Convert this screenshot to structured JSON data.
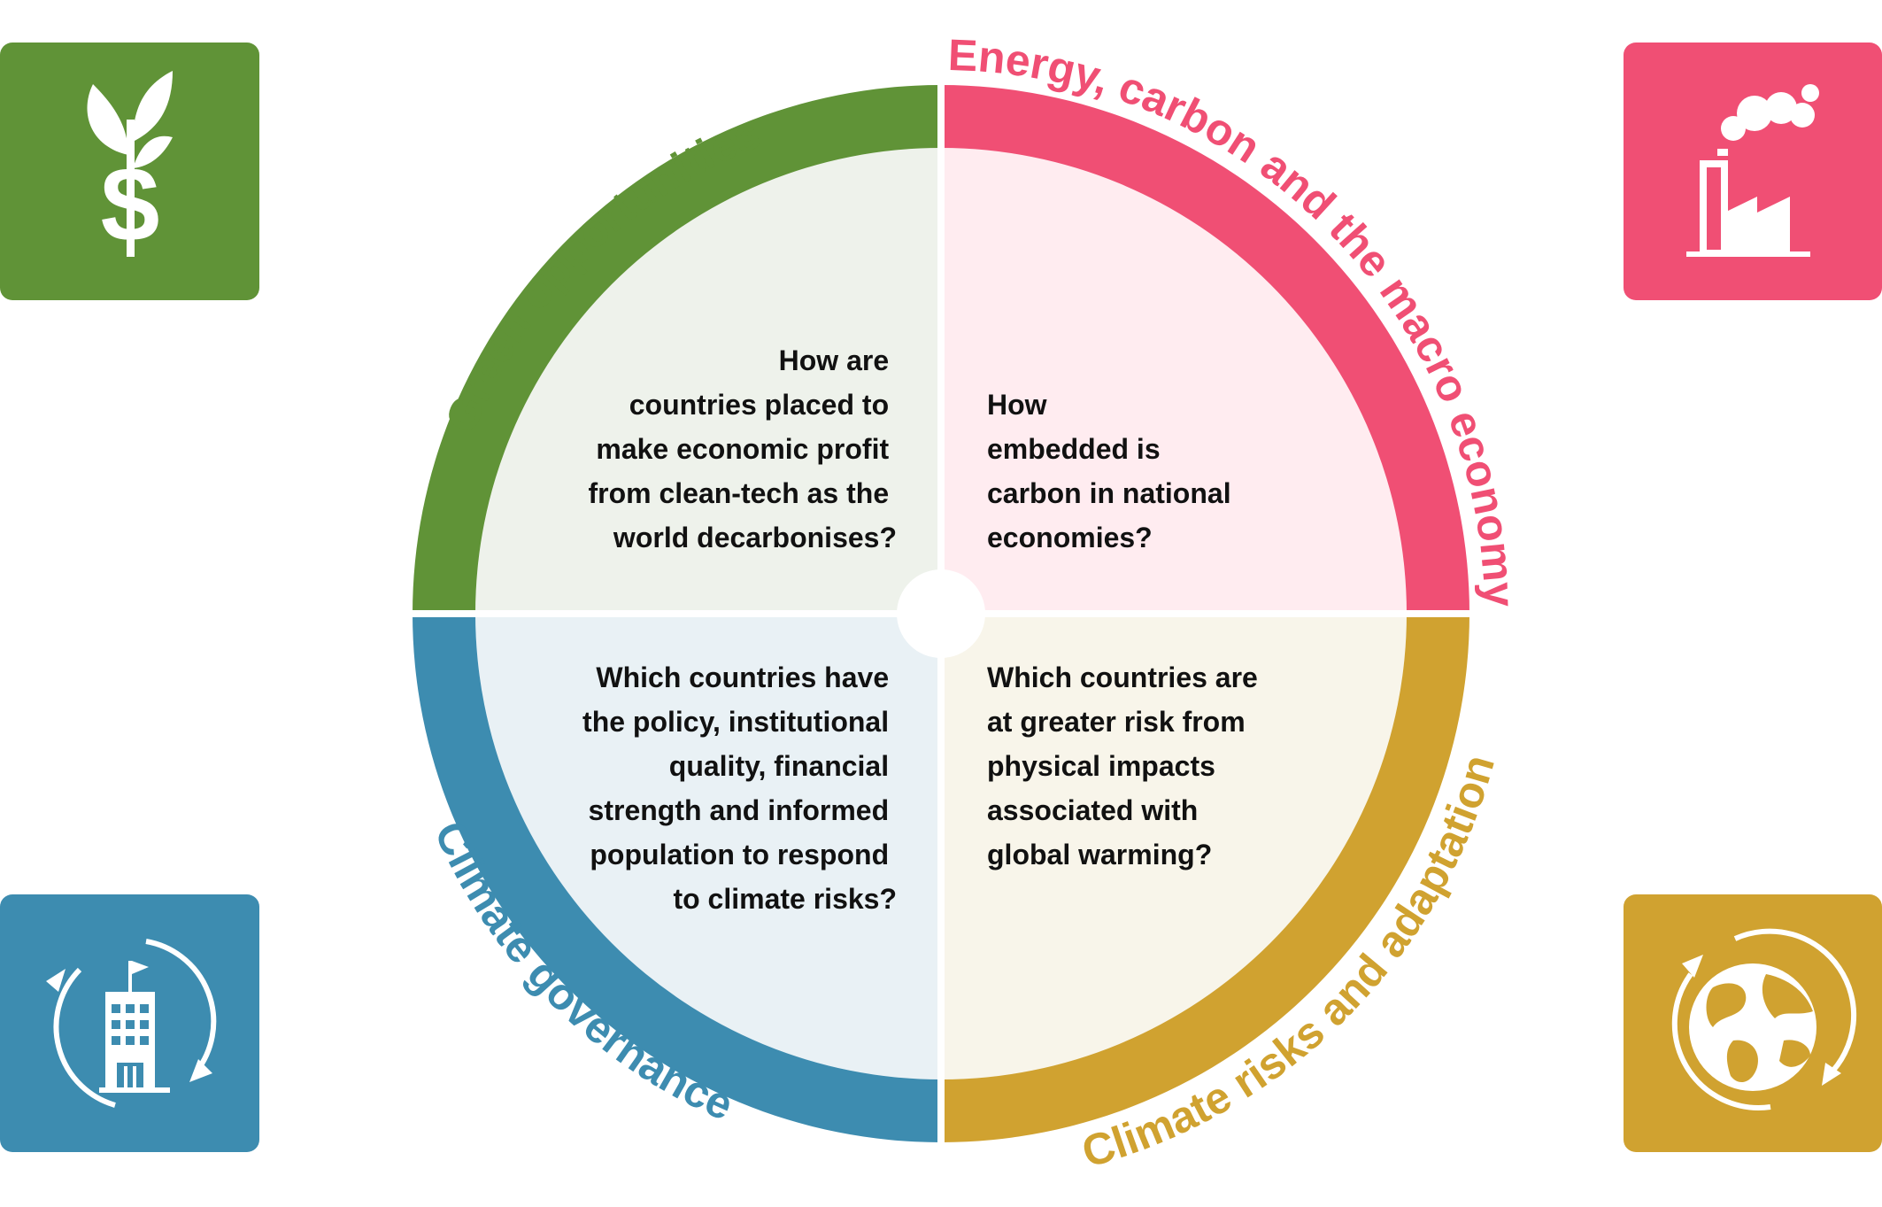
{
  "colors": {
    "green": "#609337",
    "pink": "#F04F74",
    "blue": "#3D8CB0",
    "gold": "#D0A230",
    "green_fill": "#EEF2EB",
    "pink_fill": "#FFECF0",
    "blue_fill": "#E9F1F5",
    "gold_fill": "#F8F5EA"
  },
  "quadrants": {
    "green": {
      "title": "Green opportunities",
      "question": [
        "How are",
        "countries placed to",
        "make economic profit",
        "from clean-tech as the",
        "world decarbonises?"
      ],
      "icon": "dollar-plant-icon"
    },
    "pink": {
      "title": "Energy, carbon and the macro economy",
      "question": [
        "How",
        "embedded is",
        "carbon in national",
        "economies?"
      ],
      "icon": "factory-icon"
    },
    "blue": {
      "title": "Climate governance",
      "question": [
        "Which countries have",
        "the policy, institutional",
        "quality, financial",
        "strength and informed",
        "population to respond",
        "to climate risks?"
      ],
      "icon": "government-building-icon"
    },
    "gold": {
      "title": "Climate risks and adaptation",
      "question": [
        "Which countries are",
        "at greater risk from",
        "physical impacts",
        "associated with",
        "global warming?"
      ],
      "icon": "globe-cycle-icon"
    }
  }
}
